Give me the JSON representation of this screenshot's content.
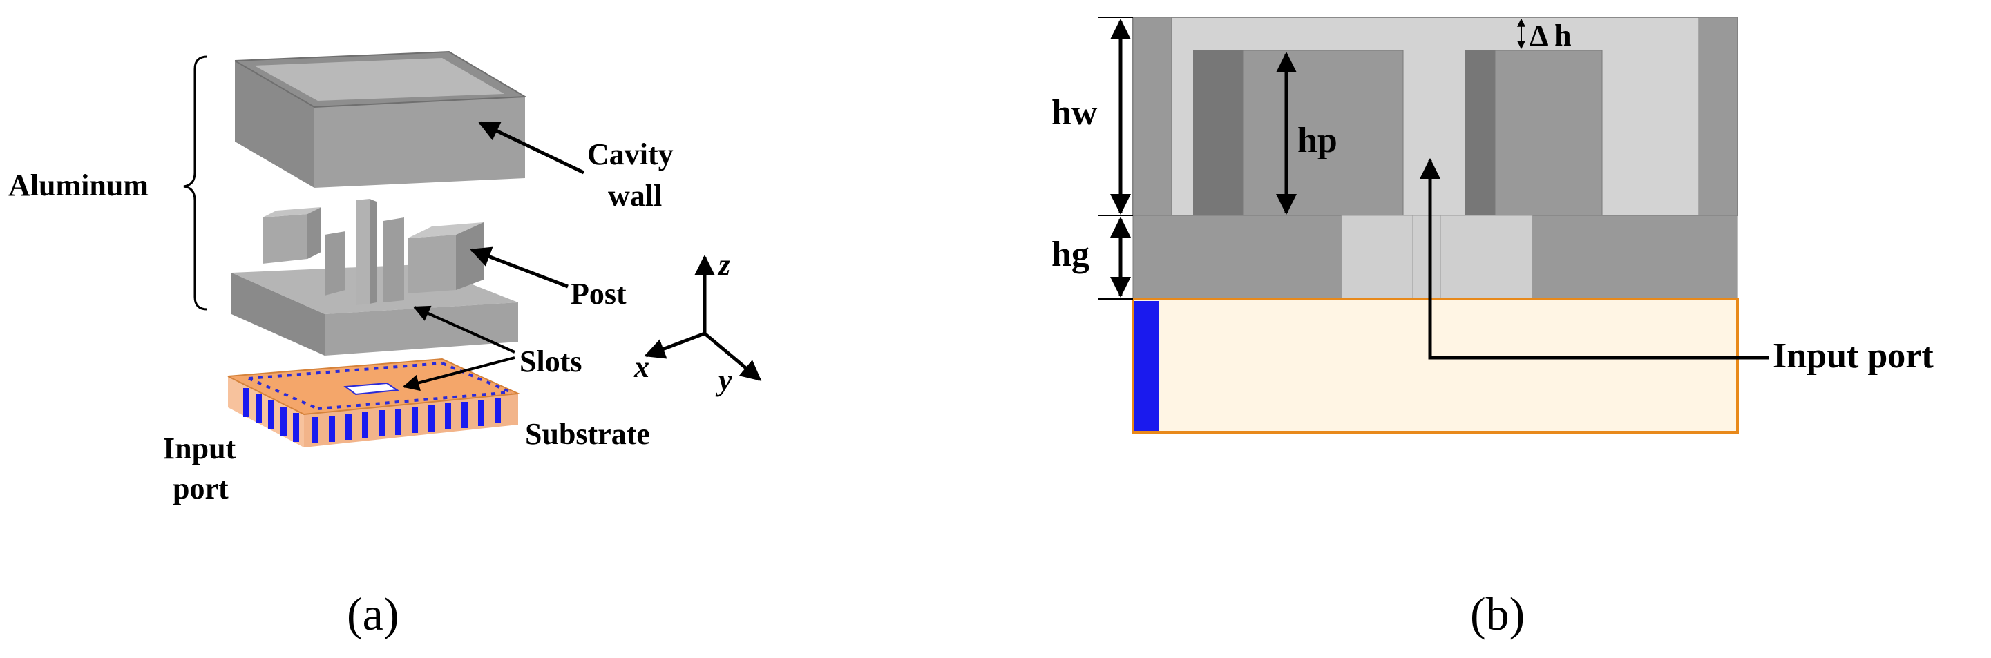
{
  "panel_a": {
    "labels": {
      "aluminum": "Aluminum",
      "cavity_wall_1": "Cavity",
      "cavity_wall_2": "wall",
      "post": "Post",
      "slots": "Slots",
      "substrate": "Substrate",
      "input_port_1": "Input",
      "input_port_2": "port"
    },
    "axes": {
      "z": "z",
      "x": "x",
      "y": "y"
    },
    "caption": "(a)"
  },
  "panel_b": {
    "labels": {
      "hw": "hw",
      "hp": "hp",
      "hg": "hg",
      "delta_h": "Δ h",
      "input_port": "Input port"
    },
    "caption": "(b)"
  },
  "colors": {
    "metal_light": "#d3d3d3",
    "metal_mid": "#999999",
    "metal_dark": "#777777",
    "substrate_fill": "#fff5e4",
    "substrate_edge": "#e8891a",
    "via_blue": "#1a1aee",
    "copper": "#f4a66a"
  }
}
